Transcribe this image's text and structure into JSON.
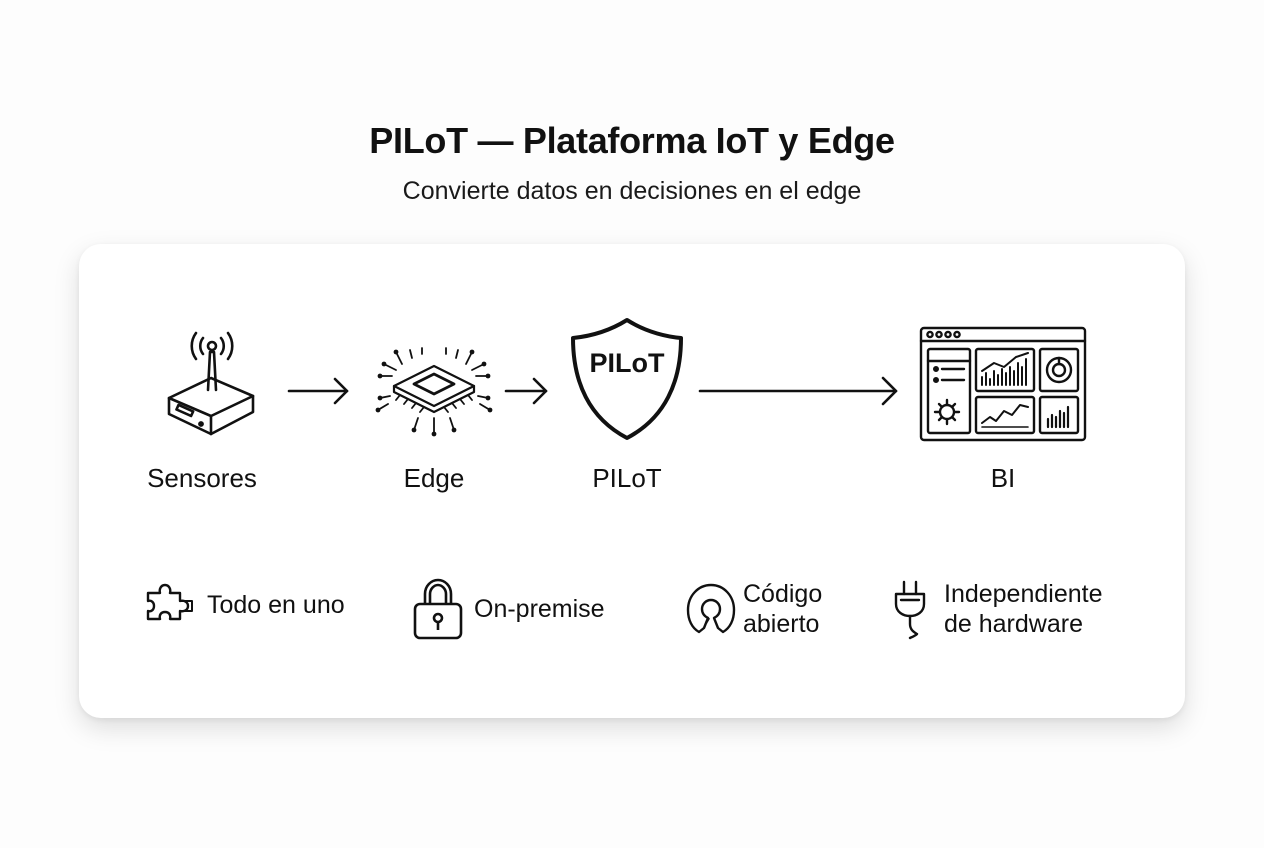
{
  "header": {
    "title": "PILoT — Plataforma IoT y Edge",
    "subtitle": "Convierte datos en decisiones en el edge"
  },
  "flow": {
    "nodes": [
      {
        "label": "Sensores",
        "icon": "router-icon"
      },
      {
        "label": "Edge",
        "icon": "chip-icon"
      },
      {
        "label": "PILoT",
        "icon": "shield-icon"
      },
      {
        "label": "BI",
        "icon": "dashboard-icon"
      }
    ],
    "shield_text": "PILoT"
  },
  "features": [
    {
      "label": "Todo en uno",
      "icon": "puzzle-icon"
    },
    {
      "label": "On-premise",
      "icon": "padlock-icon"
    },
    {
      "label_line1": "Código",
      "label_line2": "abierto",
      "icon": "open-source-icon"
    },
    {
      "label_line1": "Independiente",
      "label_line2": "de hardware",
      "icon": "plug-icon"
    }
  ],
  "colors": {
    "stroke": "#111111",
    "card": "#ffffff",
    "background": "#fdfdfd"
  }
}
